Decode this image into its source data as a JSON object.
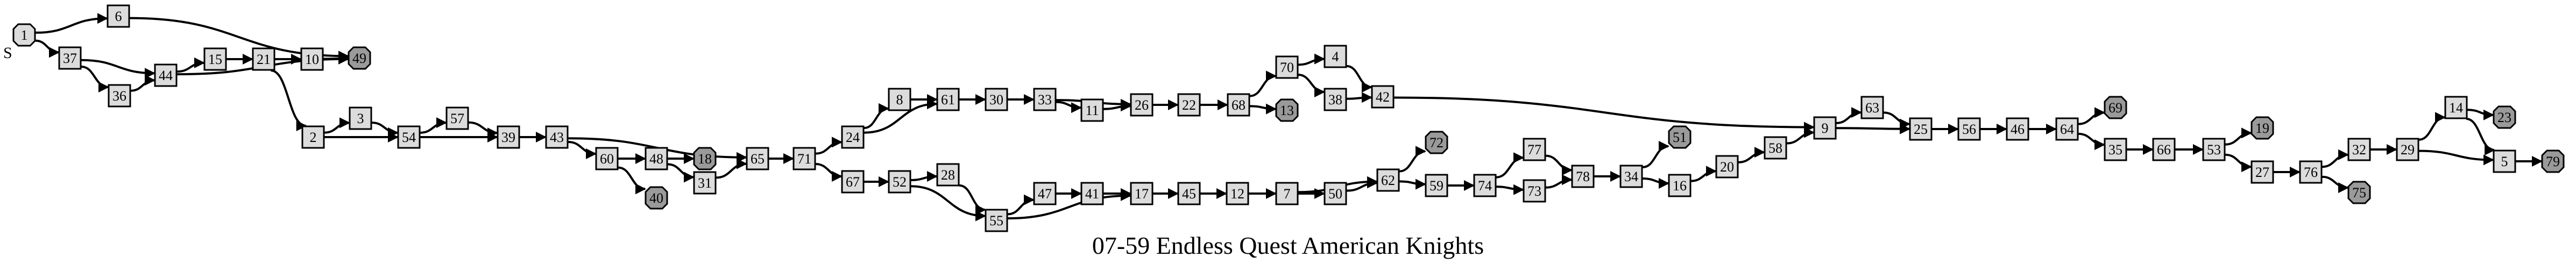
{
  "title": "07-59 Endless Quest American Knights",
  "start_marker": "S",
  "colors": {
    "node_fill": "#dcdcdc",
    "end_fill": "#9a9a9a",
    "stroke": "#000000"
  },
  "nodes": [
    {
      "id": "1",
      "end": false
    },
    {
      "id": "6",
      "end": false
    },
    {
      "id": "37",
      "end": false
    },
    {
      "id": "36",
      "end": false
    },
    {
      "id": "44",
      "end": false
    },
    {
      "id": "15",
      "end": false
    },
    {
      "id": "21",
      "end": false
    },
    {
      "id": "10",
      "end": false
    },
    {
      "id": "49",
      "end": true
    },
    {
      "id": "2",
      "end": false
    },
    {
      "id": "3",
      "end": false
    },
    {
      "id": "54",
      "end": false
    },
    {
      "id": "57",
      "end": false
    },
    {
      "id": "39",
      "end": false
    },
    {
      "id": "43",
      "end": false
    },
    {
      "id": "60",
      "end": false
    },
    {
      "id": "48",
      "end": false
    },
    {
      "id": "18",
      "end": true
    },
    {
      "id": "40",
      "end": true
    },
    {
      "id": "31",
      "end": false
    },
    {
      "id": "65",
      "end": false
    },
    {
      "id": "71",
      "end": false
    },
    {
      "id": "24",
      "end": false
    },
    {
      "id": "67",
      "end": false
    },
    {
      "id": "8",
      "end": false
    },
    {
      "id": "61",
      "end": false
    },
    {
      "id": "30",
      "end": false
    },
    {
      "id": "33",
      "end": false
    },
    {
      "id": "11",
      "end": false
    },
    {
      "id": "26",
      "end": false
    },
    {
      "id": "22",
      "end": false
    },
    {
      "id": "68",
      "end": false
    },
    {
      "id": "70",
      "end": false
    },
    {
      "id": "4",
      "end": false
    },
    {
      "id": "38",
      "end": false
    },
    {
      "id": "42",
      "end": false
    },
    {
      "id": "13",
      "end": true
    },
    {
      "id": "52",
      "end": false
    },
    {
      "id": "28",
      "end": false
    },
    {
      "id": "55",
      "end": false
    },
    {
      "id": "47",
      "end": false
    },
    {
      "id": "41",
      "end": false
    },
    {
      "id": "17",
      "end": false
    },
    {
      "id": "45",
      "end": false
    },
    {
      "id": "12",
      "end": false
    },
    {
      "id": "7",
      "end": false
    },
    {
      "id": "50",
      "end": false
    },
    {
      "id": "62",
      "end": false
    },
    {
      "id": "72",
      "end": true
    },
    {
      "id": "59",
      "end": false
    },
    {
      "id": "74",
      "end": false
    },
    {
      "id": "77",
      "end": false
    },
    {
      "id": "73",
      "end": false
    },
    {
      "id": "78",
      "end": false
    },
    {
      "id": "34",
      "end": false
    },
    {
      "id": "51",
      "end": true
    },
    {
      "id": "16",
      "end": false
    },
    {
      "id": "20",
      "end": false
    },
    {
      "id": "58",
      "end": false
    },
    {
      "id": "9",
      "end": false
    },
    {
      "id": "63",
      "end": false
    },
    {
      "id": "25",
      "end": false
    },
    {
      "id": "56",
      "end": false
    },
    {
      "id": "46",
      "end": false
    },
    {
      "id": "64",
      "end": false
    },
    {
      "id": "69",
      "end": true
    },
    {
      "id": "35",
      "end": false
    },
    {
      "id": "66",
      "end": false
    },
    {
      "id": "53",
      "end": false
    },
    {
      "id": "19",
      "end": true
    },
    {
      "id": "27",
      "end": false
    },
    {
      "id": "76",
      "end": false
    },
    {
      "id": "75",
      "end": true
    },
    {
      "id": "32",
      "end": false
    },
    {
      "id": "29",
      "end": false
    },
    {
      "id": "14",
      "end": false
    },
    {
      "id": "23",
      "end": true
    },
    {
      "id": "5",
      "end": false
    },
    {
      "id": "79",
      "end": true
    }
  ],
  "edges": [
    [
      "1",
      "6"
    ],
    [
      "1",
      "37"
    ],
    [
      "6",
      "49"
    ],
    [
      "37",
      "36"
    ],
    [
      "37",
      "44"
    ],
    [
      "36",
      "44"
    ],
    [
      "44",
      "15"
    ],
    [
      "44",
      "49"
    ],
    [
      "15",
      "21"
    ],
    [
      "21",
      "10"
    ],
    [
      "21",
      "2"
    ],
    [
      "10",
      "49"
    ],
    [
      "2",
      "3"
    ],
    [
      "2",
      "54"
    ],
    [
      "3",
      "54"
    ],
    [
      "54",
      "57"
    ],
    [
      "54",
      "39"
    ],
    [
      "57",
      "39"
    ],
    [
      "39",
      "43"
    ],
    [
      "43",
      "60"
    ],
    [
      "43",
      "65"
    ],
    [
      "60",
      "48"
    ],
    [
      "60",
      "40"
    ],
    [
      "48",
      "18"
    ],
    [
      "48",
      "31"
    ],
    [
      "31",
      "65"
    ],
    [
      "65",
      "71"
    ],
    [
      "71",
      "24"
    ],
    [
      "71",
      "67"
    ],
    [
      "24",
      "8"
    ],
    [
      "24",
      "61"
    ],
    [
      "8",
      "61"
    ],
    [
      "61",
      "30"
    ],
    [
      "30",
      "33"
    ],
    [
      "33",
      "11"
    ],
    [
      "33",
      "26"
    ],
    [
      "11",
      "26"
    ],
    [
      "26",
      "22"
    ],
    [
      "22",
      "68"
    ],
    [
      "68",
      "70"
    ],
    [
      "68",
      "13"
    ],
    [
      "70",
      "4"
    ],
    [
      "70",
      "38"
    ],
    [
      "4",
      "42"
    ],
    [
      "38",
      "42"
    ],
    [
      "42",
      "9"
    ],
    [
      "67",
      "52"
    ],
    [
      "52",
      "28"
    ],
    [
      "52",
      "55"
    ],
    [
      "28",
      "55"
    ],
    [
      "55",
      "47"
    ],
    [
      "55",
      "17"
    ],
    [
      "47",
      "41"
    ],
    [
      "47",
      "17"
    ],
    [
      "41",
      "17"
    ],
    [
      "17",
      "45"
    ],
    [
      "45",
      "12"
    ],
    [
      "12",
      "7"
    ],
    [
      "7",
      "50"
    ],
    [
      "7",
      "62"
    ],
    [
      "50",
      "62"
    ],
    [
      "62",
      "72"
    ],
    [
      "62",
      "59"
    ],
    [
      "59",
      "74"
    ],
    [
      "74",
      "77"
    ],
    [
      "74",
      "73"
    ],
    [
      "77",
      "78"
    ],
    [
      "73",
      "78"
    ],
    [
      "78",
      "34"
    ],
    [
      "34",
      "51"
    ],
    [
      "34",
      "16"
    ],
    [
      "16",
      "20"
    ],
    [
      "20",
      "58"
    ],
    [
      "58",
      "9"
    ],
    [
      "9",
      "63"
    ],
    [
      "9",
      "25"
    ],
    [
      "63",
      "25"
    ],
    [
      "25",
      "56"
    ],
    [
      "56",
      "46"
    ],
    [
      "46",
      "64"
    ],
    [
      "64",
      "69"
    ],
    [
      "64",
      "35"
    ],
    [
      "35",
      "66"
    ],
    [
      "66",
      "53"
    ],
    [
      "53",
      "19"
    ],
    [
      "53",
      "27"
    ],
    [
      "27",
      "76"
    ],
    [
      "76",
      "75"
    ],
    [
      "76",
      "32"
    ],
    [
      "32",
      "29"
    ],
    [
      "29",
      "14"
    ],
    [
      "29",
      "5"
    ],
    [
      "14",
      "23"
    ],
    [
      "14",
      "5"
    ],
    [
      "5",
      "79"
    ]
  ]
}
